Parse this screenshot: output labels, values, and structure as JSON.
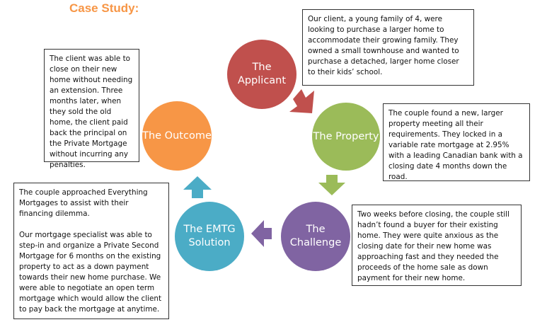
{
  "title": "Case Study:",
  "colors": {
    "applicant": "#c0504d",
    "property": "#9bbb59",
    "challenge": "#8064a2",
    "solution": "#4bacc6",
    "outcome": "#f79646",
    "title": "#f79646"
  },
  "circles": {
    "applicant": "The Applicant",
    "property": "The Property",
    "challenge": "The Challenge",
    "solution_line1": "The EMTG",
    "solution_line2": "Solution",
    "outcome": "The Outcome"
  },
  "boxes": {
    "applicant": "Our client, a young family of 4, were looking to purchase a larger home to accommodate their growing family. They owned a small townhouse and wanted to purchase a detached, larger home closer to their kids’ school.",
    "property": "The couple found a new, larger property meeting all their requirements. They locked in a variable rate mortgage at 2.95% with a leading Canadian bank with a closing date 4 months down the road.",
    "challenge": "Two weeks before closing, the couple still hadn’t found a buyer for their existing home. They were quite anxious as the closing date for their new home was approaching fast and they needed the proceeds of the home sale as down payment for their new home.",
    "solution_p1": "The couple approached Everything Mortgages to assist with their financing dilemma.",
    "solution_p2": "Our mortgage specialist was able to step-in and organize a Private Second Mortgage for 6 months on the existing property to act as a down payment towards their new home purchase.  We were able to negotiate an open term mortgage which would allow the client to pay back the mortgage at anytime.",
    "outcome": "The client was able to close on their new home without needing an extension. Three months later, when they sold the old home, the client paid back the principal on the Private Mortgage without incurring any penalties."
  }
}
